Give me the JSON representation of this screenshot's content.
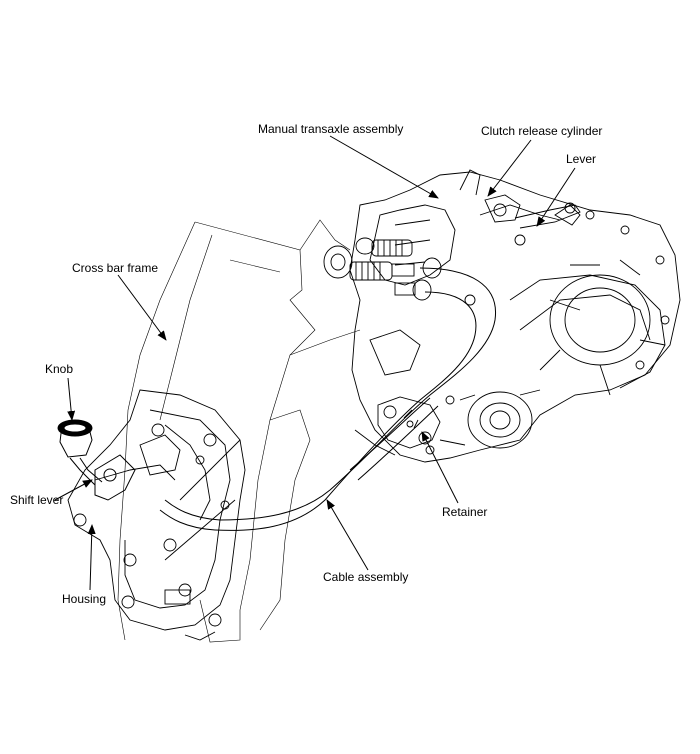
{
  "labels": {
    "manual_transaxle_assembly": "Manual transaxle assembly",
    "clutch_release_cylinder": "Clutch release cylinder",
    "lever": "Lever",
    "cross_bar_frame": "Cross bar frame",
    "knob": "Knob",
    "shift_lever": "Shift lever",
    "housing": "Housing",
    "retainer": "Retainer",
    "cable_assembly": "Cable assembly"
  },
  "colors": {
    "line": "#000000",
    "background": "#ffffff"
  }
}
